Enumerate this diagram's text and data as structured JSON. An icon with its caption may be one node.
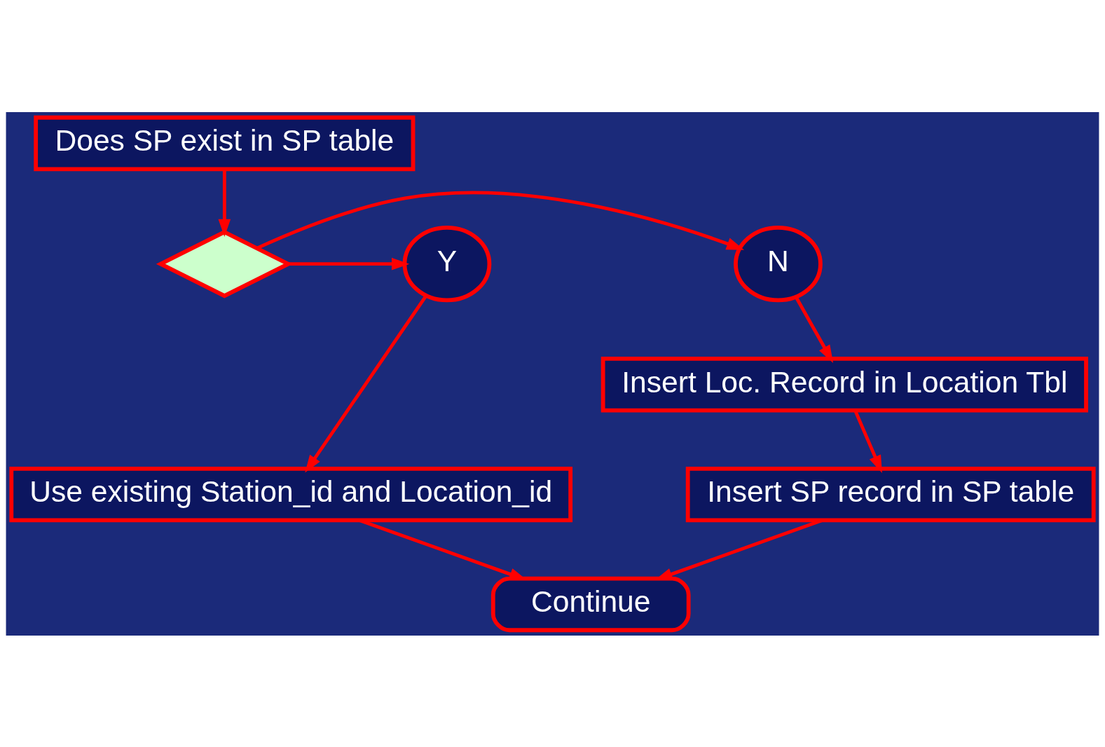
{
  "diagram": {
    "nodes": [
      {
        "text": [
          "Does SP exist in SP table"
        ]
      },
      {
        "text": [],
        "shape": "diamond"
      },
      {
        "text": [
          "N"
        ]
      },
      {
        "text": [
          "Y"
        ]
      },
      {
        "text": [
          "Insert Loc. Record in Location Tbl"
        ]
      },
      {
        "text": [
          "Use existing Station_id and Location_id"
        ]
      },
      {
        "text": [
          "Insert SP record in SP table"
        ]
      },
      {
        "text": [
          "Continue"
        ]
      }
    ],
    "edges": [
      {
        "from": 0,
        "to": 1,
        "arrow": "to"
      },
      {
        "from": 1,
        "to": 2,
        "arrow": "to"
      },
      {
        "from": 1,
        "to": 3,
        "arrow": "to"
      },
      {
        "from": 2,
        "to": 4,
        "arrow": "to"
      },
      {
        "from": 3,
        "to": 5,
        "arrow": "to"
      },
      {
        "from": 4,
        "to": 6,
        "arrow": "to"
      },
      {
        "from": 5,
        "to": 7,
        "arrow": "to"
      },
      {
        "from": 6,
        "to": 7,
        "arrow": "to"
      }
    ]
  }
}
